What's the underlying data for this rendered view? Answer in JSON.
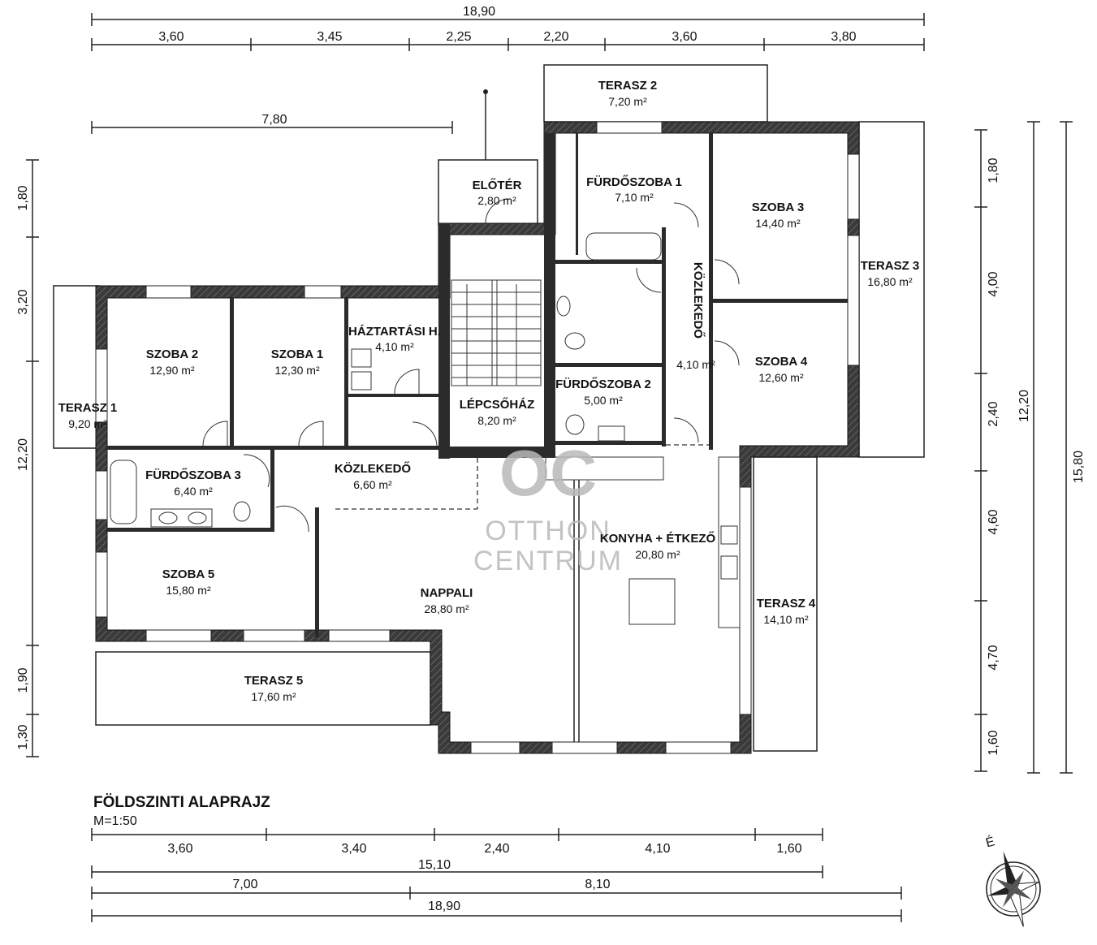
{
  "plan": {
    "title": "FÖLDSZINTI ALAPRAJZ",
    "scale": "M=1:50",
    "north_label": "É",
    "rooms": [
      {
        "name": "TERASZ 2",
        "area": "7,20 m²"
      },
      {
        "name": "ELŐTÉR",
        "area": "2,80 m²"
      },
      {
        "name": "FÜRDŐSZOBA 1",
        "area": "7,10 m²"
      },
      {
        "name": "SZOBA 3",
        "area": "14,40 m²"
      },
      {
        "name": "TERASZ 3",
        "area": "16,80 m²"
      },
      {
        "name": "HÁZTARTÁSI H.",
        "area": "4,10 m²"
      },
      {
        "name": "SZOBA 2",
        "area": "12,90 m²"
      },
      {
        "name": "SZOBA 1",
        "area": "12,30 m²"
      },
      {
        "name": "KÖZLEKEDŐ",
        "area": "4,10 m²"
      },
      {
        "name": "SZOBA 4",
        "area": "12,60 m²"
      },
      {
        "name": "FÜRDŐSZOBA 2",
        "area": "5,00 m²"
      },
      {
        "name": "LÉPCSŐHÁZ",
        "area": "8,20 m²"
      },
      {
        "name": "TERASZ 1",
        "area": "9,20 m²"
      },
      {
        "name": "FÜRDŐSZOBA 3",
        "area": "6,40 m²"
      },
      {
        "name": "KÖZLEKEDŐ",
        "area": "6,60 m²"
      },
      {
        "name": "KONYHA + ÉTKEZŐ",
        "area": "20,80 m²"
      },
      {
        "name": "SZOBA 5",
        "area": "15,80 m²"
      },
      {
        "name": "NAPPALI",
        "area": "28,80 m²"
      },
      {
        "name": "TERASZ 4",
        "area": "14,10 m²"
      },
      {
        "name": "TERASZ 5",
        "area": "17,60 m²"
      }
    ],
    "dims_top_total": "18,90",
    "dims_top": [
      "3,60",
      "3,45",
      "2,25",
      "2,20",
      "3,60",
      "3,80"
    ],
    "dim_top_partial": "7,80",
    "dims_left": [
      "1,80",
      "3,20",
      "12,20",
      "1,90",
      "1,30"
    ],
    "dims_right_inner": [
      "1,80",
      "4,00",
      "2,40",
      "4,60",
      "4,70",
      "1,60"
    ],
    "dim_right_mid": "12,20",
    "dim_right_total": "15,80",
    "dims_bottom_1": [
      "3,60",
      "3,40",
      "2,40",
      "4,10",
      "1,60"
    ],
    "dim_bottom_2": "15,10",
    "dims_bottom_3": [
      "7,00",
      "8,10"
    ],
    "dim_bottom_total": "18,90"
  },
  "watermark": {
    "logo": "OC",
    "line1": "OTTHON",
    "line2": "CENTRUM"
  }
}
